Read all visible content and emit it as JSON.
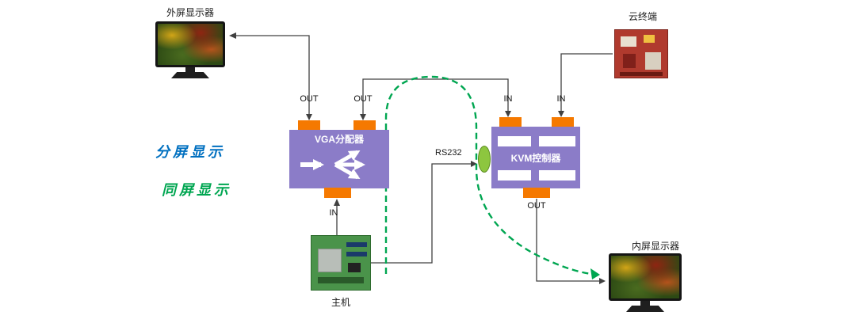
{
  "nodes": {
    "external_monitor": {
      "label": "外屏显示器"
    },
    "cloud_terminal": {
      "label": "云终端"
    },
    "vga_splitter": {
      "label": "VGA分配器"
    },
    "kvm_controller": {
      "label": "KVM控制器"
    },
    "host": {
      "label": "主机"
    },
    "internal_monitor": {
      "label": "内屏显示器"
    }
  },
  "ports": {
    "vga_out_left": "OUT",
    "vga_out_right": "OUT",
    "vga_in": "IN",
    "kvm_in_left": "IN",
    "kvm_in_right": "IN",
    "kvm_out": "OUT"
  },
  "labels": {
    "rs232": "RS232",
    "split_screen": "分屏显示",
    "same_screen": "同屏显示"
  },
  "colors": {
    "device_purple": "#8B7CC8",
    "port_orange": "#F57900",
    "rs232_connector_green": "#8DC63F",
    "split_screen_blue": "#0070C0",
    "same_screen_green": "#00A651",
    "wire_dark": "#404040"
  }
}
